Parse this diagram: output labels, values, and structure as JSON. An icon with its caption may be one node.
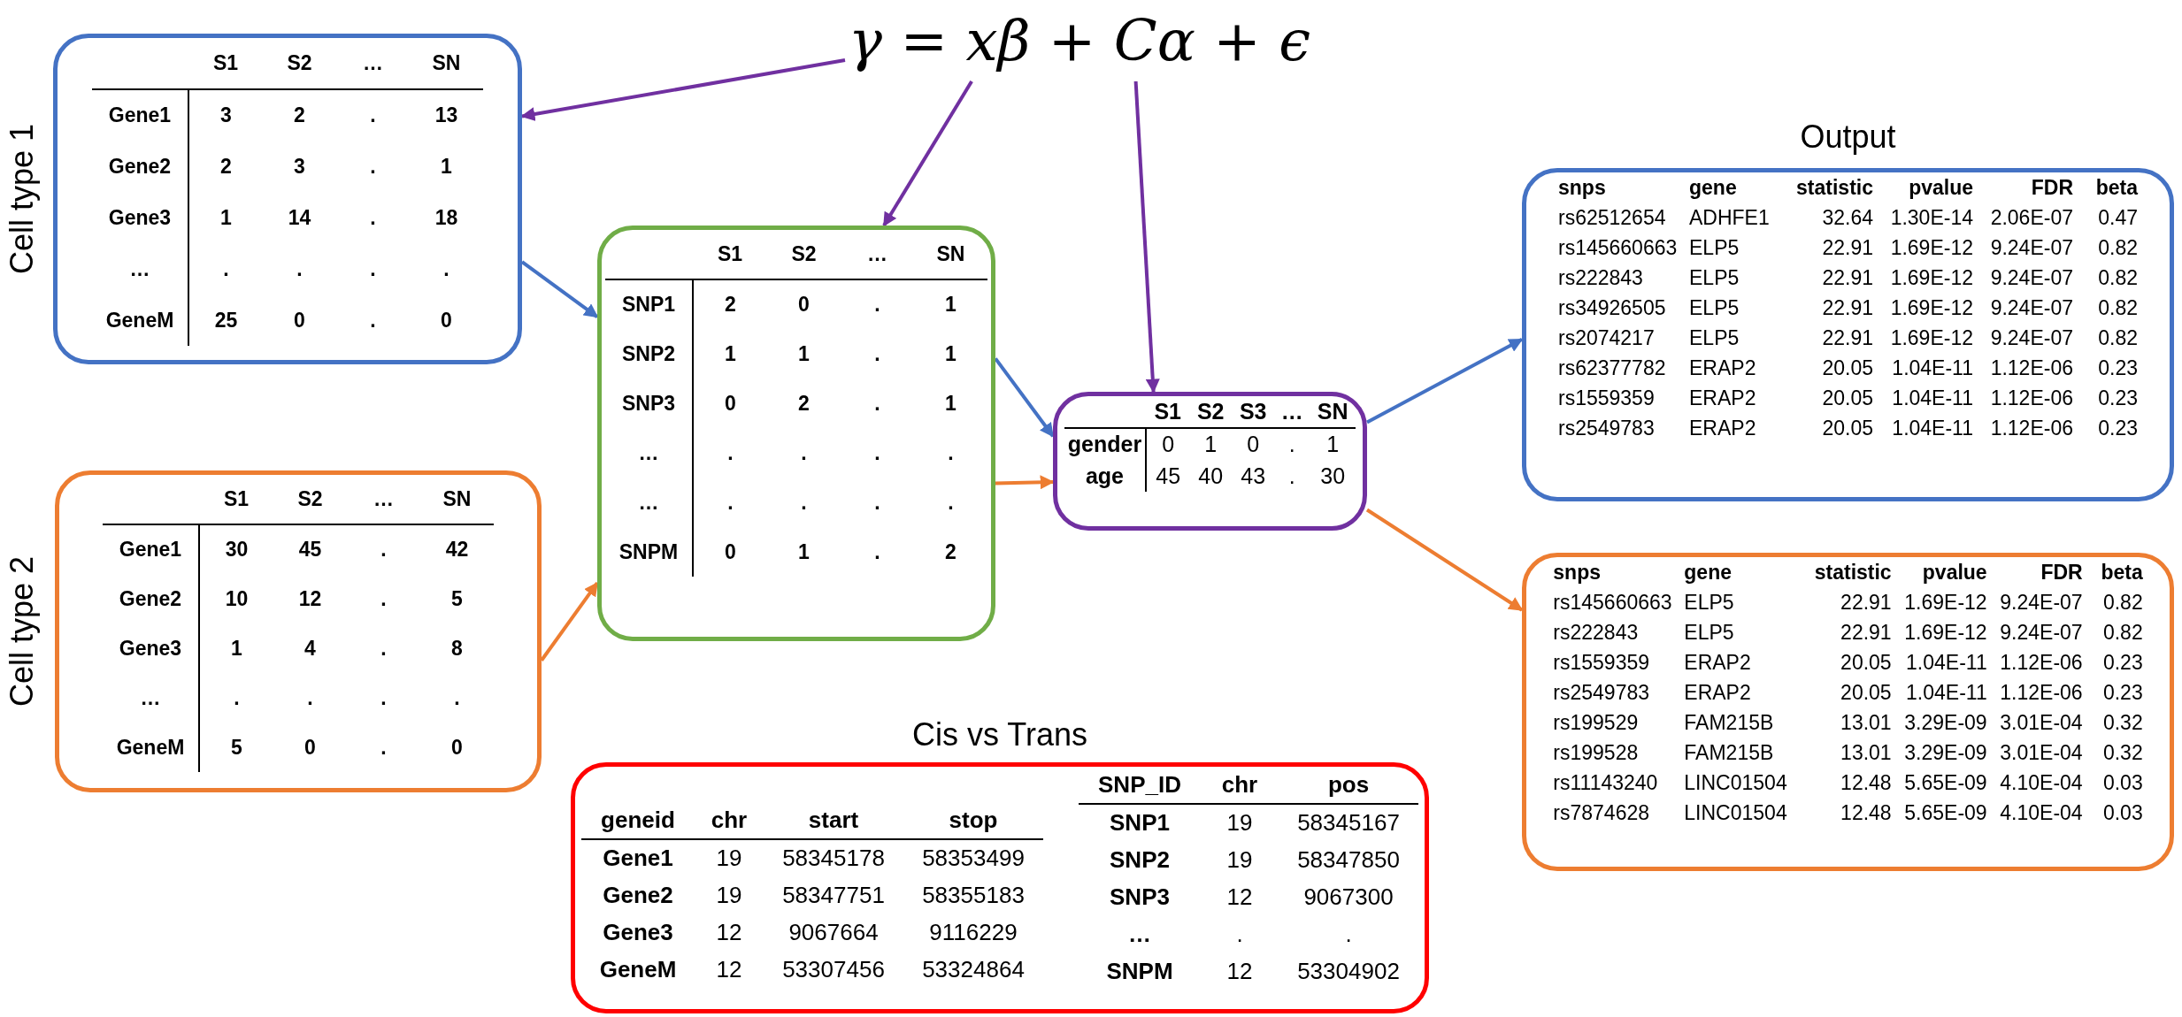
{
  "diagram": {
    "nodes": [
      {
        "text": [
          "γ = xβ + Cα + ϵ"
        ]
      },
      {
        "text": [
          "Cell type 1",
          "S1",
          "S2",
          "…",
          "SN",
          "Gene1",
          "3",
          "2",
          ".",
          "13",
          "Gene2",
          "2",
          "3",
          ".",
          "1",
          "Gene3",
          "1",
          "14",
          ".",
          "18",
          "…",
          ".",
          ".",
          ".",
          ".",
          "GeneM",
          "25",
          "0",
          ".",
          "0"
        ]
      },
      {
        "text": [
          "Cell type 2",
          "S1",
          "S2",
          "…",
          "SN",
          "Gene1",
          "30",
          "45",
          ".",
          "42",
          "Gene2",
          "10",
          "12",
          ".",
          "5",
          "Gene3",
          "1",
          "4",
          ".",
          "8",
          "…",
          ".",
          ".",
          ".",
          ".",
          "GeneM",
          "5",
          "0",
          ".",
          "0"
        ]
      },
      {
        "text": [
          "S1",
          "S2",
          "…",
          "SN",
          "SNP1",
          "2",
          "0",
          ".",
          "1",
          "SNP2",
          "1",
          "1",
          ".",
          "1",
          "SNP3",
          "0",
          "2",
          ".",
          "1",
          "…",
          ".",
          ".",
          ".",
          ".",
          "…",
          ".",
          ".",
          ".",
          ".",
          "SNPM",
          "0",
          "1",
          ".",
          "2"
        ]
      },
      {
        "text": [
          "S1",
          "S2",
          "S3",
          "…",
          "SN",
          "gender",
          "0",
          "1",
          "0",
          ".",
          "1",
          "age",
          "45",
          "40",
          "43",
          ".",
          "30"
        ]
      },
      {
        "text": [
          "Output",
          "snps",
          "gene",
          "statistic",
          "pvalue",
          "FDR",
          "beta",
          "rs62512654",
          "ADHFE1",
          "32.64",
          "1.30E-14",
          "2.06E-07",
          "0.47",
          "rs145660663",
          "ELP5",
          "22.91",
          "1.69E-12",
          "9.24E-07",
          "0.82",
          "rs222843",
          "ELP5",
          "22.91",
          "1.69E-12",
          "9.24E-07",
          "0.82",
          "rs34926505",
          "ELP5",
          "22.91",
          "1.69E-12",
          "9.24E-07",
          "0.82",
          "rs2074217",
          "ELP5",
          "22.91",
          "1.69E-12",
          "9.24E-07",
          "0.82",
          "rs62377782",
          "ERAP2",
          "20.05",
          "1.04E-11",
          "1.12E-06",
          "0.23",
          "rs1559359",
          "ERAP2",
          "20.05",
          "1.04E-11",
          "1.12E-06",
          "0.23",
          "rs2549783",
          "ERAP2",
          "20.05",
          "1.04E-11",
          "1.12E-06",
          "0.23"
        ]
      },
      {
        "text": [
          "snps",
          "gene",
          "statistic",
          "pvalue",
          "FDR",
          "beta",
          "rs145660663",
          "ELP5",
          "22.91",
          "1.69E-12",
          "9.24E-07",
          "0.82",
          "rs222843",
          "ELP5",
          "22.91",
          "1.69E-12",
          "9.24E-07",
          "0.82",
          "rs1559359",
          "ERAP2",
          "20.05",
          "1.04E-11",
          "1.12E-06",
          "0.23",
          "rs2549783",
          "ERAP2",
          "20.05",
          "1.04E-11",
          "1.12E-06",
          "0.23",
          "rs199529",
          "FAM215B",
          "13.01",
          "3.29E-09",
          "3.01E-04",
          "0.32",
          "rs199528",
          "FAM215B",
          "13.01",
          "3.29E-09",
          "3.01E-04",
          "0.32",
          "rs11143240",
          "LINC01504",
          "12.48",
          "5.65E-09",
          "4.10E-04",
          "0.03",
          "rs7874628",
          "LINC01504",
          "12.48",
          "5.65E-09",
          "4.10E-04",
          "0.03"
        ]
      },
      {
        "text": [
          "Cis vs Trans",
          "geneid",
          "chr",
          "start",
          "stop",
          "Gene1",
          "19",
          "58345178",
          "58353499",
          "Gene2",
          "19",
          "58347751",
          "58355183",
          "Gene3",
          "12",
          "9067664",
          "9116229",
          "GeneM",
          "12",
          "53307456",
          "53324864",
          "SNP_ID",
          "chr",
          "pos",
          "SNP1",
          "19",
          "58345167",
          "SNP2",
          "19",
          "58347850",
          "SNP3",
          "12",
          "9067300",
          "…",
          ".",
          ".",
          "SNPM",
          "12",
          "53304902"
        ]
      }
    ],
    "edges": [
      {
        "from": 0,
        "to": 1,
        "arrow": "to",
        "color": "#7030a0"
      },
      {
        "from": 0,
        "to": 3,
        "arrow": "to",
        "color": "#7030a0"
      },
      {
        "from": 0,
        "to": 4,
        "arrow": "to",
        "color": "#7030a0"
      },
      {
        "from": 1,
        "to": 3,
        "arrow": "to",
        "color": "#4472c4"
      },
      {
        "from": 2,
        "to": 3,
        "arrow": "to",
        "color": "#ed7d31"
      },
      {
        "from": 3,
        "to": 4,
        "arrow": "to",
        "color": "#4472c4"
      },
      {
        "from": 3,
        "to": 4,
        "arrow": "to",
        "color": "#ed7d31"
      },
      {
        "from": 4,
        "to": 5,
        "arrow": "to",
        "color": "#4472c4"
      },
      {
        "from": 4,
        "to": 6,
        "arrow": "to",
        "color": "#ed7d31"
      }
    ]
  }
}
